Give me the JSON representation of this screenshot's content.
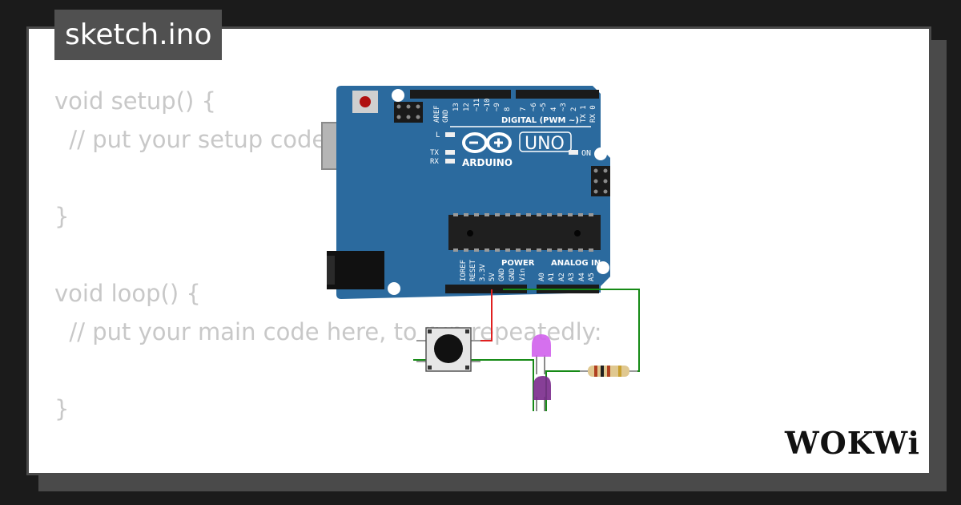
{
  "title": "sketch.ino",
  "code_lines": [
    "void setup() {",
    "  // put your setup code here, to run once:",
    "",
    "}",
    "",
    "void loop() {",
    "  // put your main code here, to run repeatedly:",
    "",
    "}"
  ],
  "board": {
    "name": "UNO",
    "brand": "ARDUINO",
    "digital_label": "DIGITAL (PWM ~)",
    "on_label": "ON",
    "power_label": "POWER",
    "analog_label": "ANALOG IN",
    "l_label": "L",
    "tx_label": "TX",
    "rx_label": "RX",
    "digital_pins": [
      "AREF",
      "GND",
      "13",
      "12",
      "~11",
      "~10",
      "~9",
      "8",
      "7",
      "~6",
      "~5",
      "4",
      "~3",
      "2",
      "TX 1",
      "RX 0"
    ],
    "power_pins": [
      "IOREF",
      "RESET",
      "3.3V",
      "5V",
      "GND",
      "GND",
      "Vin"
    ],
    "analog_pins": [
      "A0",
      "A1",
      "A2",
      "A3",
      "A4",
      "A5"
    ]
  },
  "logo": "WOKWi",
  "colors": {
    "board": "#2b6a9e",
    "wire_red": "#e02020",
    "wire_green": "#168a16",
    "led": "#c050e0",
    "code_text": "#c8c8c8",
    "tab_bg": "#505050"
  }
}
